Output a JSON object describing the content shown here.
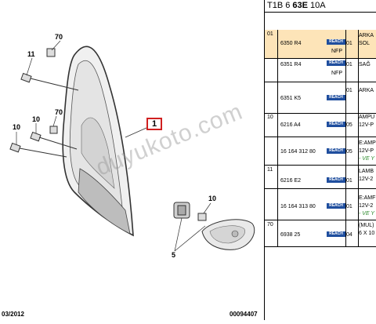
{
  "diagram": {
    "labels": {
      "l70a": "70",
      "l11": "11",
      "l10a": "10",
      "l70b": "70",
      "l10b": "10",
      "l1": "1",
      "l10c": "10",
      "l5": "5"
    },
    "watermark": "duyukoto.com",
    "footer_left": "03/2012",
    "footer_right": "00094407"
  },
  "table": {
    "header_prefix": "T1B 6 ",
    "header_bold": "63E",
    "header_suffix": " 10A",
    "reach_label": "REACH",
    "rows": [
      {
        "idx": "01",
        "ref": "6350 R4",
        "note": "NFP",
        "qty": "01",
        "desc1": "ARKA",
        "desc2": "SOL"
      },
      {
        "ref": "6351 R4",
        "note": "NFP",
        "qty": "01",
        "desc1": "SAĞ"
      },
      {
        "ref": "6351 K5",
        "qty": "01",
        "desc1": "ARKA"
      },
      {
        "idx": "10",
        "ref": "6216 A4",
        "qty": "05",
        "desc1": "AMPU",
        "desc2": "12V-P"
      },
      {
        "ref": "16 164 312 80",
        "qty": "05",
        "desc1": "E:AMP",
        "desc2": "12V-P",
        "desc3": "- VE Y"
      },
      {
        "idx": "11",
        "ref": "6216 E2",
        "qty": "01",
        "desc1": "LAMB",
        "desc2": "12V-2"
      },
      {
        "ref": "16 164 313 80",
        "qty": "01",
        "desc1": "E:AMF",
        "desc2": "12V-2",
        "desc3": "- VE Y"
      },
      {
        "idx": "70",
        "ref": "6938 25",
        "qty": "04",
        "desc1": "(MUL)",
        "desc2": "6 X 10"
      }
    ]
  }
}
